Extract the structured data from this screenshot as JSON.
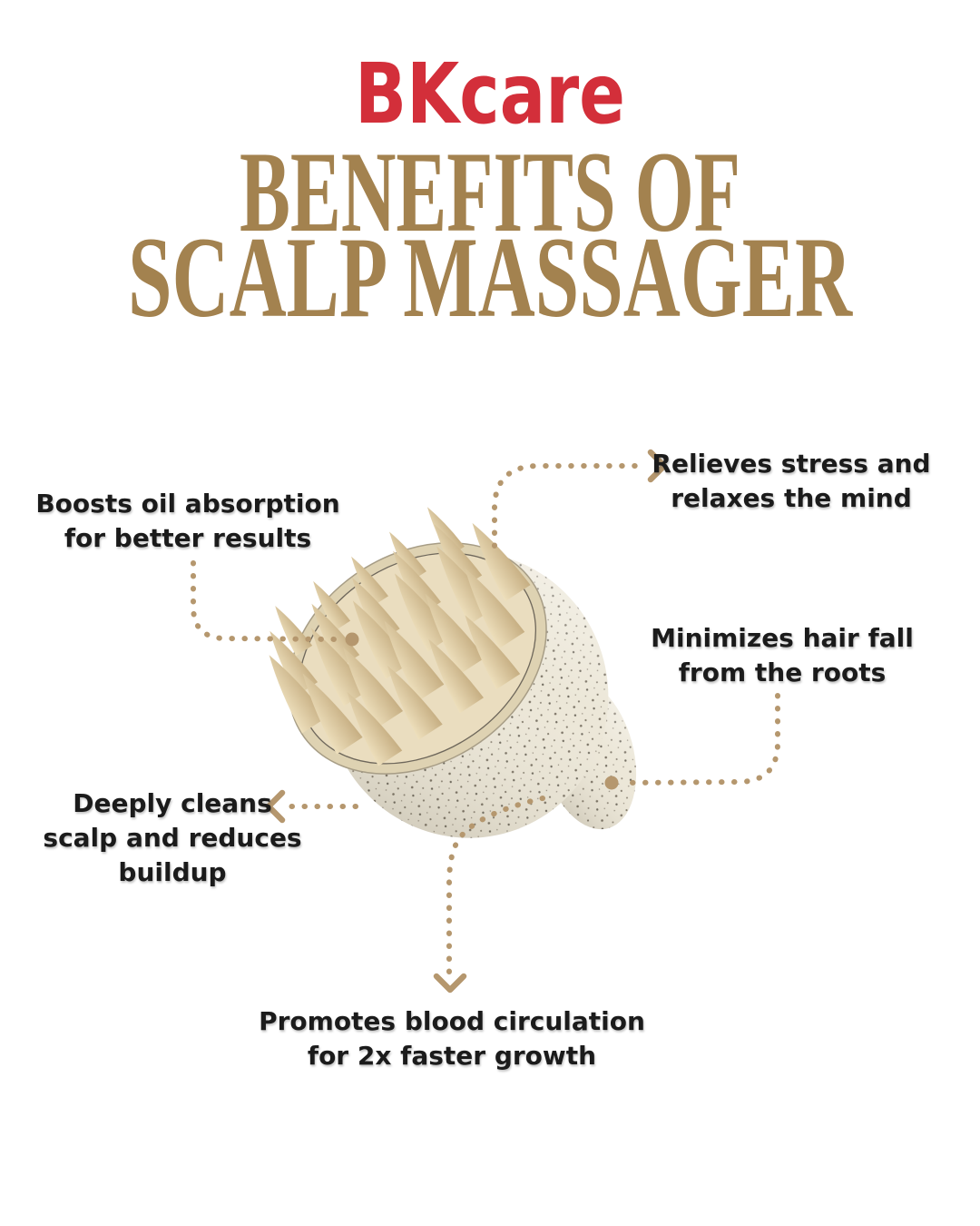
{
  "brand": {
    "name": "BKcare",
    "color": "#d32f3a"
  },
  "title": {
    "line1": "BENEFITS OF",
    "line2": "SCALP MASSAGER",
    "color": "#a3824f"
  },
  "callouts": {
    "oil": {
      "lines": [
        "Boosts oil absorption",
        "for better results"
      ]
    },
    "stress": {
      "lines": [
        "Relieves stress and",
        "relaxes the mind"
      ]
    },
    "hairfall": {
      "lines": [
        "Minimizes hair fall",
        "from the roots"
      ]
    },
    "clean": {
      "lines": [
        "Deeply cleans",
        "scalp and reduces",
        "buildup"
      ]
    },
    "circulation": {
      "lines": [
        "Promotes blood circulation",
        "for 2x faster growth"
      ]
    }
  },
  "style": {
    "connector_color": "#b5976e",
    "text_color": "#1b1b1b",
    "background": "#ffffff"
  },
  "product": {
    "description": "Beige speckled scalp massager brush with tan silicone bristle cones and ring handle"
  }
}
